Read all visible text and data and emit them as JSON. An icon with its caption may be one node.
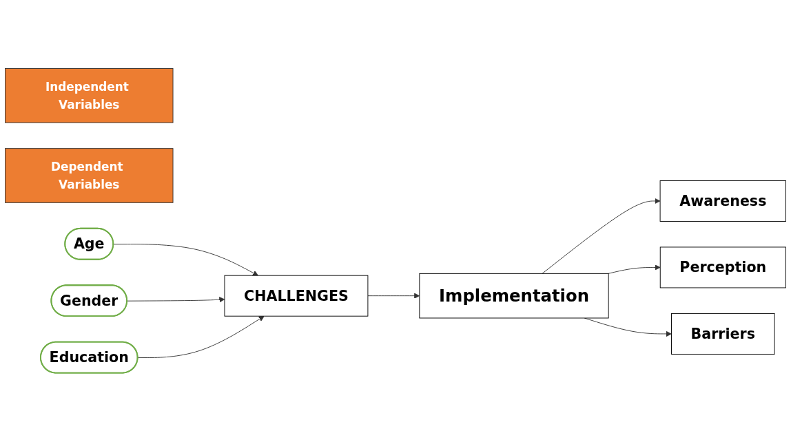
{
  "diagram": {
    "nodes": [
      {
        "text": [
          "Independent Variables"
        ]
      },
      {
        "text": [
          "Dependent Variables"
        ]
      },
      {
        "text": [
          "Age"
        ]
      },
      {
        "text": [
          "Gender"
        ]
      },
      {
        "text": [
          "Education"
        ]
      },
      {
        "text": [
          "CHALLENGES"
        ]
      },
      {
        "text": [
          "Implementation"
        ]
      },
      {
        "text": [
          "Awareness"
        ]
      },
      {
        "text": [
          "Perception"
        ]
      },
      {
        "text": [
          "Barriers"
        ]
      }
    ],
    "edges": [
      {
        "from": 2,
        "to": 5,
        "arrow": "to"
      },
      {
        "from": 3,
        "to": 5,
        "arrow": "to"
      },
      {
        "from": 4,
        "to": 5,
        "arrow": "to"
      },
      {
        "from": 5,
        "to": 6,
        "arrow": "to"
      },
      {
        "from": 6,
        "to": 7,
        "arrow": "to"
      },
      {
        "from": 6,
        "to": 8,
        "arrow": "to"
      },
      {
        "from": 6,
        "to": 9,
        "arrow": "to"
      }
    ]
  }
}
